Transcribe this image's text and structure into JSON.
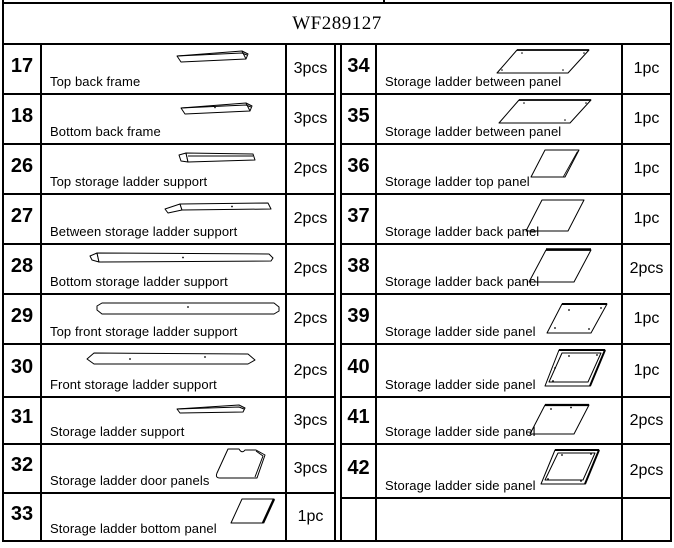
{
  "title": "WF289127",
  "colors": {
    "border": "#000000",
    "background": "#ffffff",
    "text": "#000000"
  },
  "left_rows": [
    {
      "num": "17",
      "label": "Top back frame",
      "qty": "3pcs",
      "icon": "thin-bar-icon"
    },
    {
      "num": "18",
      "label": "Bottom back frame",
      "qty": "3pcs",
      "icon": "thin-bar-icon"
    },
    {
      "num": "26",
      "label": "Top storage ladder support",
      "qty": "2pcs",
      "icon": "capped-bar-icon"
    },
    {
      "num": "27",
      "label": "Between storage ladder support",
      "qty": "2pcs",
      "icon": "tipped-bar-icon"
    },
    {
      "num": "28",
      "label": "Bottom storage ladder support",
      "qty": "2pcs",
      "icon": "long-bar-icon"
    },
    {
      "num": "29",
      "label": "Top front storage ladder support",
      "qty": "2pcs",
      "icon": "flat-bar-holes-icon"
    },
    {
      "num": "30",
      "label": "Front storage ladder support",
      "qty": "2pcs",
      "icon": "pointed-bar-icon"
    },
    {
      "num": "31",
      "label": "Storage ladder support",
      "qty": "3pcs",
      "icon": "short-bar-icon"
    },
    {
      "num": "32",
      "label": "Storage ladder door panels",
      "qty": "3pcs",
      "icon": "door-panel-icon"
    },
    {
      "num": "33",
      "label": "Storage ladder bottom panel",
      "qty": "1pc",
      "icon": "bottom-panel-icon"
    }
  ],
  "right_rows": [
    {
      "num": "34",
      "label": "Storage ladder between panel",
      "qty": "1pc",
      "icon": "wide-panel-icon"
    },
    {
      "num": "35",
      "label": "Storage ladder between panel",
      "qty": "1pc",
      "icon": "wide-panel-icon"
    },
    {
      "num": "36",
      "label": "Storage ladder top panel",
      "qty": "1pc",
      "icon": "small-panel-icon"
    },
    {
      "num": "37",
      "label": "Storage ladder back panel",
      "qty": "1pc",
      "icon": "back-panel-icon"
    },
    {
      "num": "38",
      "label": "Storage ladder back panel",
      "qty": "2pcs",
      "icon": "back-panel-thick-icon"
    },
    {
      "num": "39",
      "label": "Storage ladder side panel",
      "qty": "1pc",
      "icon": "side-panel-icon"
    },
    {
      "num": "40",
      "label": "Storage ladder side panel",
      "qty": "1pc",
      "icon": "side-panel-frame-icon"
    },
    {
      "num": "41",
      "label": "Storage ladder side panel",
      "qty": "2pcs",
      "icon": "side-panel-icon"
    },
    {
      "num": "42",
      "label": "Storage ladder side panel",
      "qty": "2pcs",
      "icon": "side-panel-frame-icon"
    },
    {
      "num": "",
      "label": "",
      "qty": "",
      "icon": ""
    }
  ]
}
